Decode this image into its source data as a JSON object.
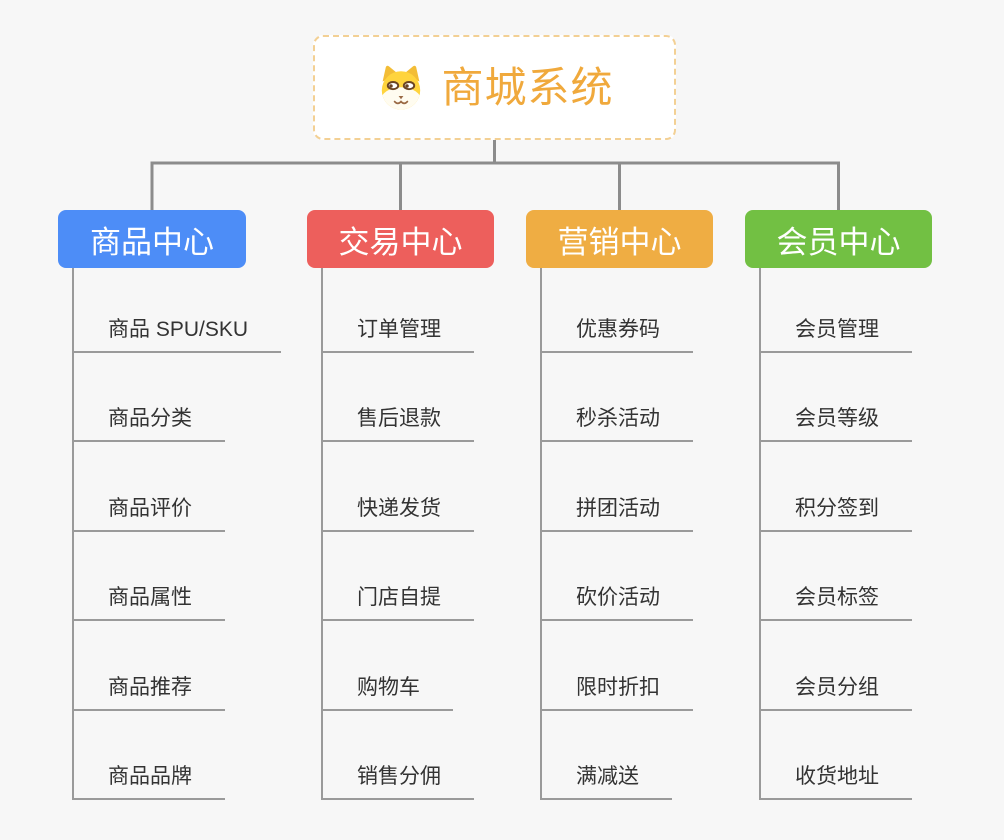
{
  "page": {
    "background_color": "#f7f7f7",
    "connector_color": "#8c8c8c",
    "line_color": "#9a9a9a"
  },
  "root": {
    "title": "商城系统",
    "icon": "dog-face-icon",
    "text_color": "#f0a93c",
    "border_color": "#f3d094"
  },
  "branches": [
    {
      "label": "商品中心",
      "color": "#4d8df7",
      "children": [
        "商品 SPU/SKU",
        "商品分类",
        "商品评价",
        "商品属性",
        "商品推荐",
        "商品品牌"
      ]
    },
    {
      "label": "交易中心",
      "color": "#ed5f5c",
      "children": [
        "订单管理",
        "售后退款",
        "快递发货",
        "门店自提",
        "购物车",
        "销售分佣"
      ]
    },
    {
      "label": "营销中心",
      "color": "#efad43",
      "children": [
        "优惠券码",
        "秒杀活动",
        "拼团活动",
        "砍价活动",
        "限时折扣",
        "满减送"
      ]
    },
    {
      "label": "会员中心",
      "color": "#72c043",
      "children": [
        "会员管理",
        "会员等级",
        "积分签到",
        "会员标签",
        "会员分组",
        "收货地址"
      ]
    }
  ]
}
